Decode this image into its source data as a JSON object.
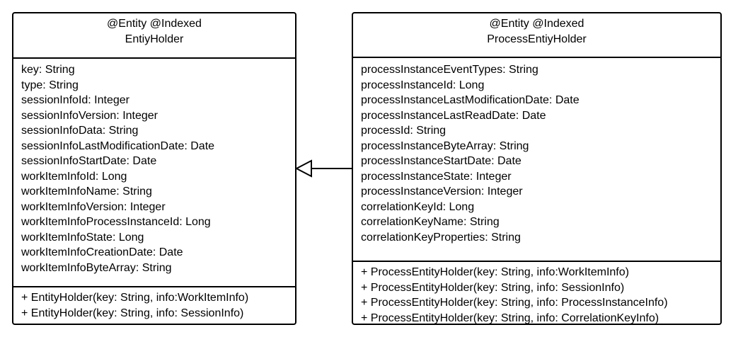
{
  "diagram": {
    "classes": [
      {
        "id": "left",
        "stereotype": "@Entity @Indexed",
        "name": "EntiyHolder",
        "attributes": [
          "key: String",
          "type: String",
          "sessionInfoId: Integer",
          "sessionInfoVersion: Integer",
          "sessionInfoData: String",
          "sessionInfoLastModificationDate: Date",
          "sessionInfoStartDate: Date",
          "workItemInfoId: Long",
          "workItemInfoName: String",
          "workItemInfoVersion: Integer",
          "workItemInfoProcessInstanceId: Long",
          "workItemInfoState: Long",
          "workItemInfoCreationDate: Date",
          "workItemInfoByteArray: String"
        ],
        "methods": [
          "+ EntityHolder(key: String, info:WorkItemInfo)",
          "+ EntityHolder(key: String, info: SessionInfo)"
        ]
      },
      {
        "id": "right",
        "stereotype": "@Entity @Indexed",
        "name": "ProcessEntiyHolder",
        "attributes": [
          "processInstanceEventTypes: String",
          "processInstanceId: Long",
          "processInstanceLastModificationDate: Date",
          "processInstanceLastReadDate: Date",
          "processId: String",
          "processInstanceByteArray: String",
          "processInstanceStartDate: Date",
          "processInstanceState: Integer",
          "processInstanceVersion: Integer",
          "correlationKeyId: Long",
          "correlationKeyName: String",
          "correlationKeyProperties: String"
        ],
        "methods": [
          "+ ProcessEntityHolder(key: String, info:WorkItemInfo)",
          "+ ProcessEntityHolder(key: String, info: SessionInfo)",
          "+ ProcessEntityHolder(key: String, info: ProcessInstanceInfo)",
          "+ ProcessEntityHolder(key: String, info: CorrelationKeyInfo)"
        ]
      }
    ],
    "relationships": [
      {
        "type": "generalization",
        "from": "ProcessEntiyHolder",
        "to": "EntiyHolder"
      }
    ]
  }
}
